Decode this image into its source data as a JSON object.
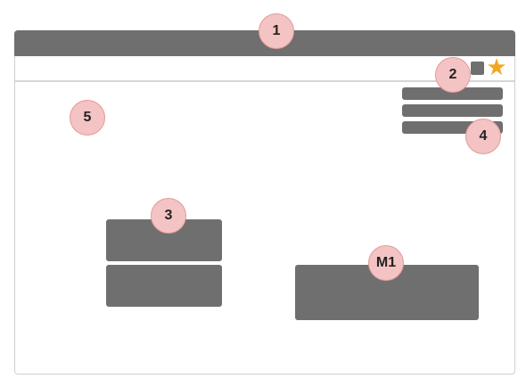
{
  "badges": {
    "b1": "1",
    "b2": "2",
    "b3": "3",
    "b4": "4",
    "b5": "5",
    "bm1": "M1"
  },
  "icons": {
    "star_glyph": "★",
    "star_color": "#f5a623"
  },
  "colors": {
    "placeholder": "#6f6f6f",
    "badge_fill": "#f4c3c3",
    "badge_border": "#e39a9a"
  }
}
